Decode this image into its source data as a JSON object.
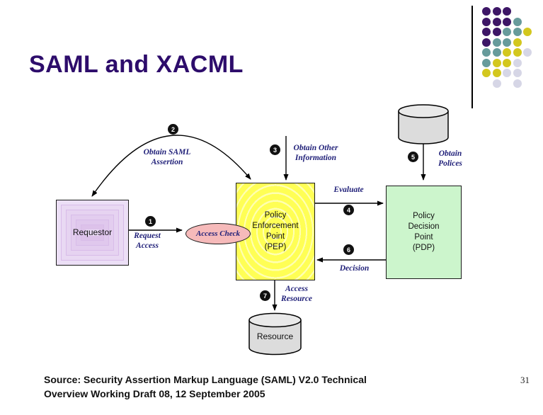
{
  "title": "SAML and XACML",
  "diagram": {
    "nodes": {
      "requestor": {
        "label": "Requestor"
      },
      "pep": {
        "label": "Policy\nEnforcement\nPoint\n(PEP)"
      },
      "pdp": {
        "label": "Policy\nDecision\nPoint\n(PDP)"
      },
      "access_check": {
        "label": "Access Check"
      },
      "resource": {
        "label": "Resource"
      }
    },
    "steps": [
      {
        "n": "1",
        "label": "Request\nAccess"
      },
      {
        "n": "2",
        "label": "Obtain SAML\nAssertion"
      },
      {
        "n": "3",
        "label": "Obtain Other\nInformation"
      },
      {
        "n": "4",
        "label": "Evaluate"
      },
      {
        "n": "5",
        "label": "Obtain\nPolices"
      },
      {
        "n": "6",
        "label": "Decision"
      },
      {
        "n": "7",
        "label": "Access\nResource"
      }
    ]
  },
  "footer": {
    "source_line1": "Source: Security Assertion Markup Language (SAML) V2.0 Technical",
    "source_line2": "Overview Working Draft 08, 12 September 2005",
    "page_number": "31"
  },
  "colors": {
    "title": "#2d0c6b",
    "label": "#1f1f78",
    "pep-fill": "#ffff55",
    "pdp-fill": "#ccf5cc",
    "requestor-fill": "#e9d9f4",
    "ellipse-fill": "#f6baba",
    "cylinder-fill": "#dcdcdc",
    "cylinder-top": "#e9e9e9",
    "badge-bg": "#111111"
  },
  "decoration": {
    "grid": [
      [
        "P",
        "P",
        "P",
        "",
        ""
      ],
      [
        "P",
        "P",
        "P",
        "T",
        ""
      ],
      [
        "P",
        "P",
        "T",
        "T",
        "Y"
      ],
      [
        "P",
        "T",
        "T",
        "Y",
        ""
      ],
      [
        "T",
        "T",
        "Y",
        "Y",
        "L"
      ],
      [
        "T",
        "Y",
        "Y",
        "L",
        ""
      ],
      [
        "Y",
        "Y",
        "L",
        "L",
        ""
      ],
      [
        "",
        "L",
        "",
        "L",
        ""
      ]
    ],
    "colors": {
      "P": "#3d1666",
      "T": "#679b9b",
      "Y": "#d3c71e",
      "L": "#d6d6e6"
    }
  }
}
